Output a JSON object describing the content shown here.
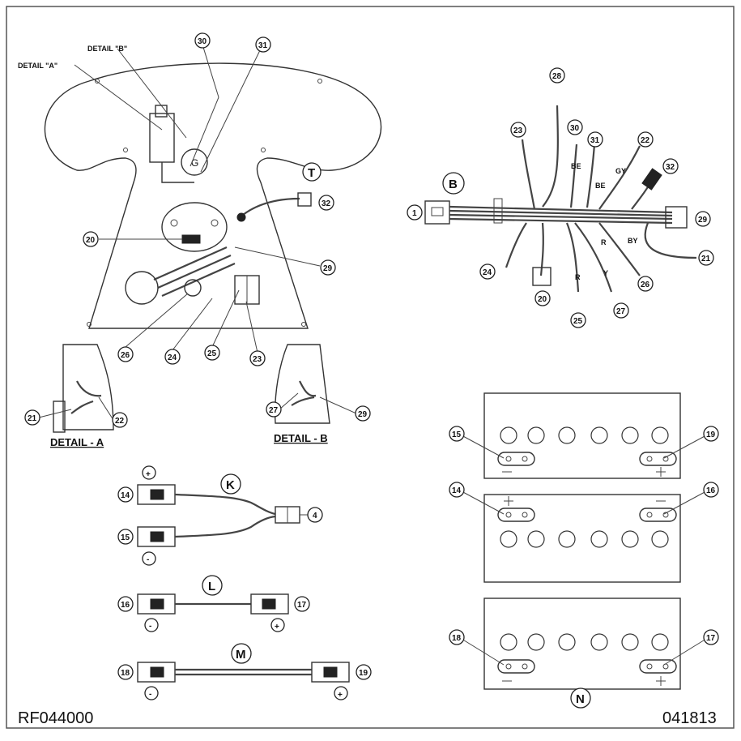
{
  "labels": {
    "detail_a_ref": "DETAIL \"A\"",
    "detail_b_ref": "DETAIL \"B\"",
    "detail_a": "DETAIL - A",
    "detail_b": "DETAIL - B",
    "ref_code": "RF044000",
    "figure_number": "041813"
  },
  "views": {
    "T": "T",
    "B": "B",
    "K": "K",
    "L": "L",
    "M": "M",
    "N": "N"
  },
  "harness_b": {
    "wire_colors": [
      "BE",
      "BE",
      "GY",
      "R",
      "BY",
      "R",
      "Y"
    ]
  },
  "callouts": {
    "panel": [
      "30",
      "31",
      "32",
      "20",
      "29",
      "26",
      "24",
      "25",
      "23"
    ],
    "detail_a": [
      "21",
      "22"
    ],
    "detail_b": [
      "27",
      "29"
    ],
    "harness_b": [
      "1",
      "28",
      "23",
      "30",
      "31",
      "22",
      "32",
      "29",
      "21",
      "24",
      "20",
      "25",
      "26",
      "27"
    ],
    "cable_k": [
      "14",
      "15",
      "4"
    ],
    "cable_l": [
      "16",
      "17"
    ],
    "cable_m": [
      "18",
      "19"
    ],
    "batteries_n": [
      "15",
      "19",
      "14",
      "16",
      "18",
      "17"
    ]
  },
  "polarity": {
    "plus": "+",
    "minus": "-"
  }
}
